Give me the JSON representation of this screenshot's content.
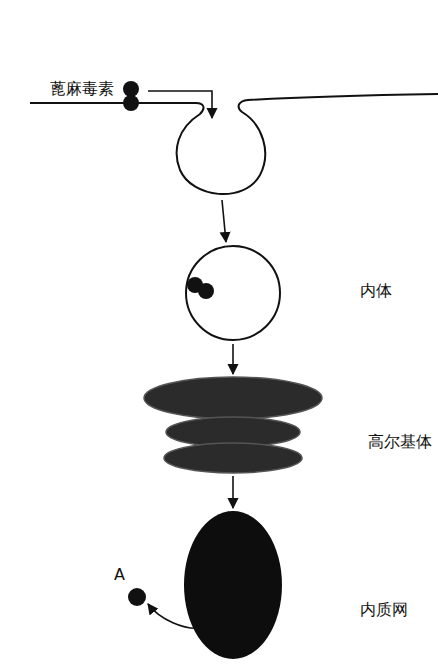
{
  "diagram": {
    "nodes": [
      {
        "text": [
          "内体"
        ]
      },
      {
        "text": [
          "高尔基体"
        ]
      },
      {
        "text": [
          "内质网"
        ]
      }
    ],
    "edges": [
      {
        "from": 0,
        "to": 1,
        "arrow": "to"
      },
      {
        "from": 1,
        "to": 2,
        "arrow": "to"
      }
    ],
    "labels": [
      "蓖麻毒素",
      "A"
    ]
  }
}
